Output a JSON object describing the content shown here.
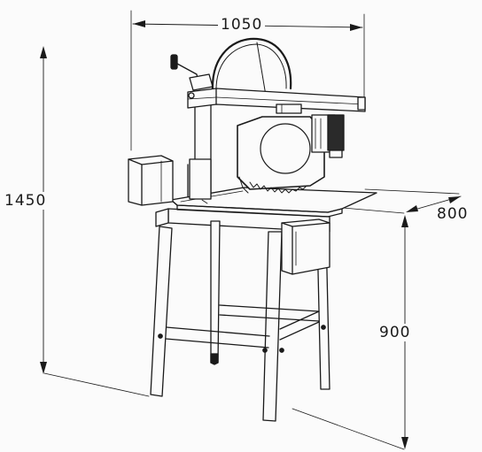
{
  "dimensions": {
    "width": "1050",
    "height_total": "1450",
    "depth": "800",
    "table_height": "900"
  },
  "colors": {
    "line": "#1a1a1a",
    "paper": "#fbfbfb"
  }
}
